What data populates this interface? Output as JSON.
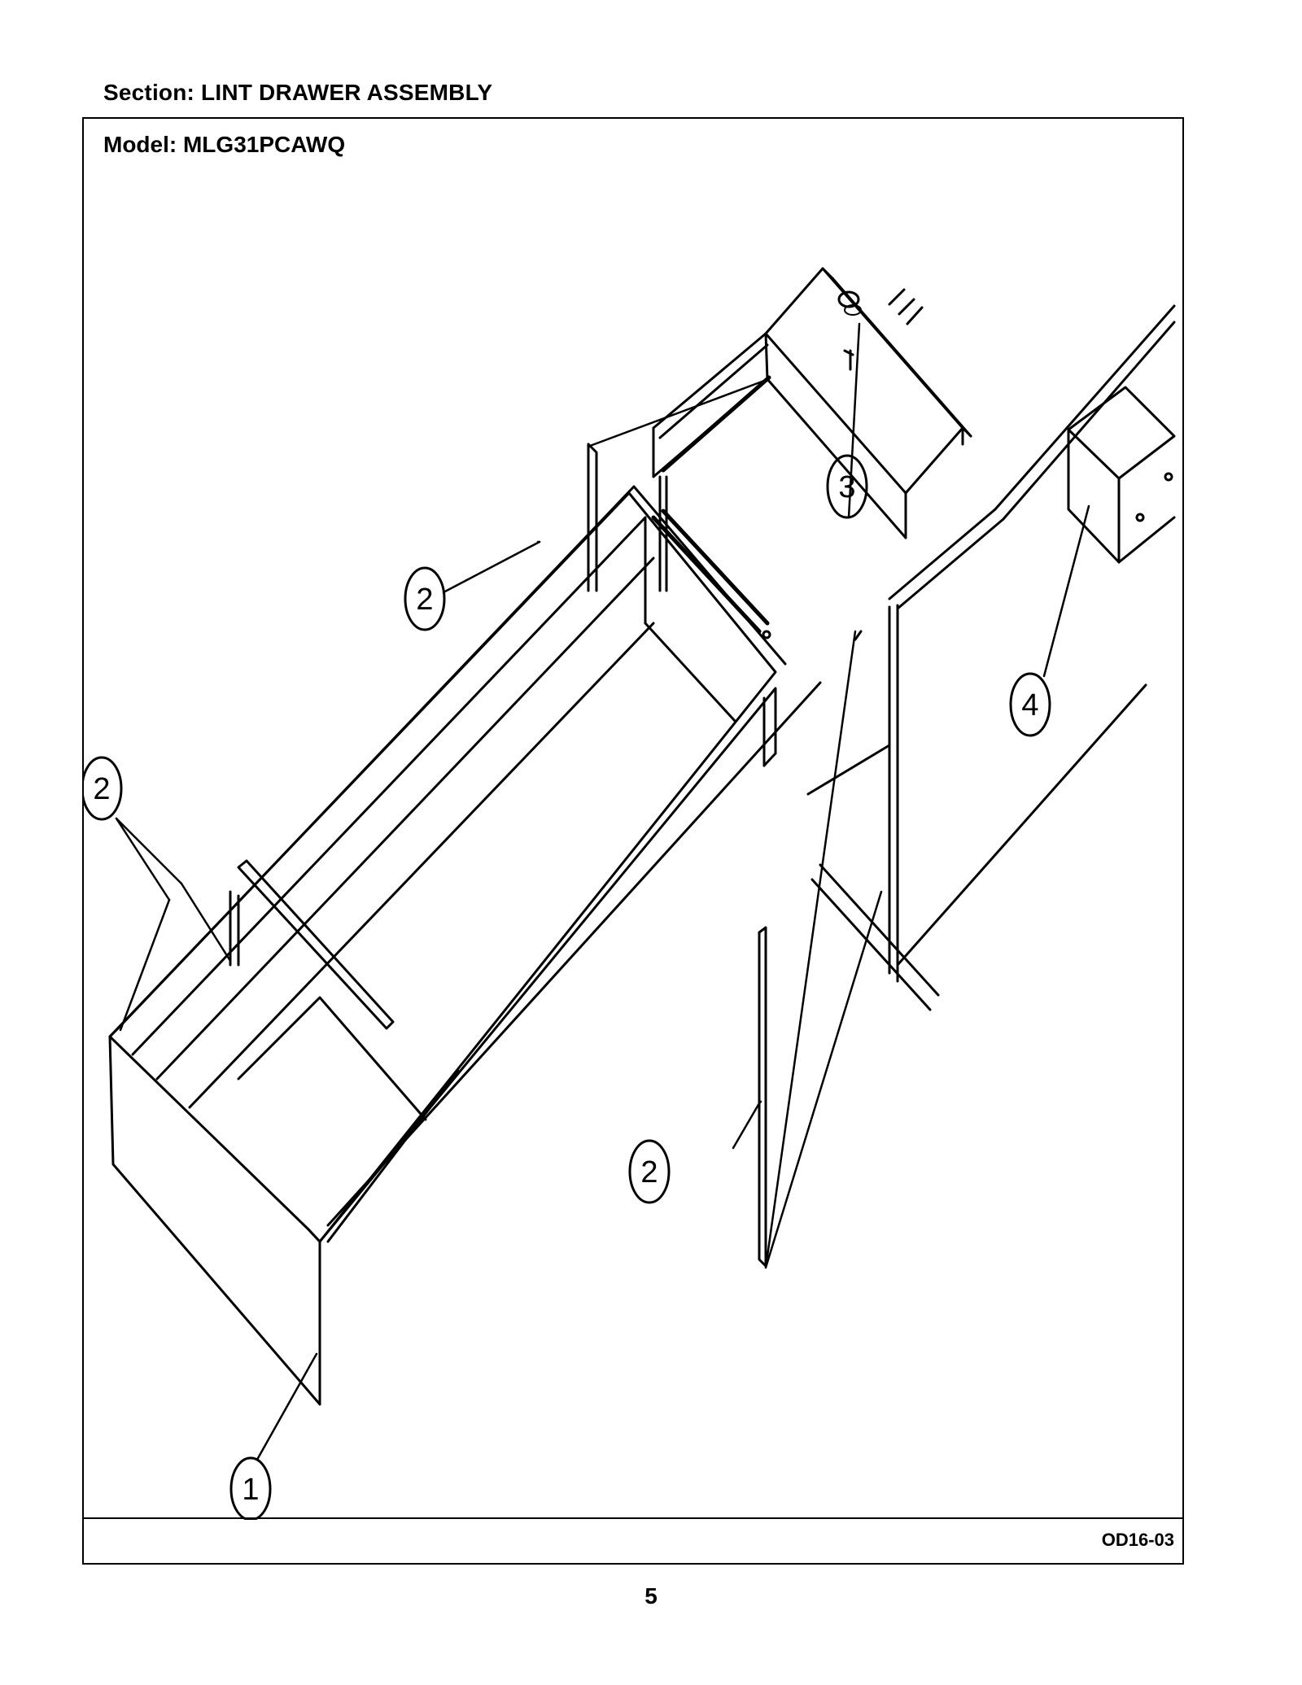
{
  "header": {
    "section_title": "Section:  LINT DRAWER ASSEMBLY",
    "model_title": "Model:  MLG31PCAWQ"
  },
  "diagram": {
    "callouts": [
      {
        "id": "c1",
        "label": "1"
      },
      {
        "id": "c2a",
        "label": "2"
      },
      {
        "id": "c2b",
        "label": "2"
      },
      {
        "id": "c2c",
        "label": "2"
      },
      {
        "id": "c3",
        "label": "3"
      },
      {
        "id": "c4",
        "label": "4"
      }
    ]
  },
  "footer": {
    "drawing_code": "OD16-03",
    "page_number": "5"
  }
}
